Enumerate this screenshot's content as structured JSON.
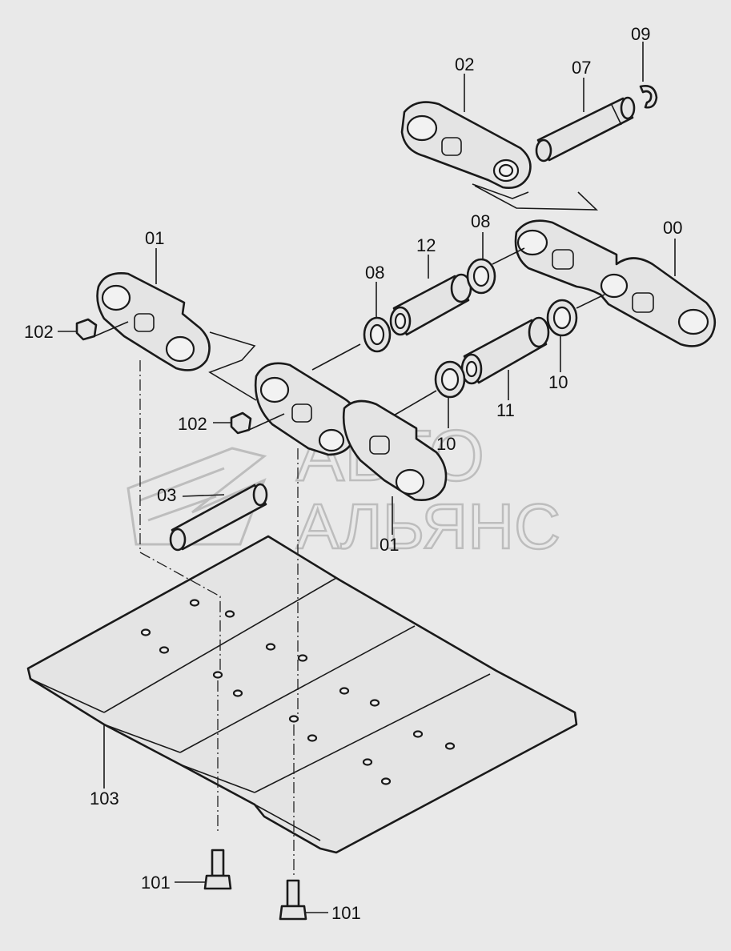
{
  "labels": {
    "p00": "00",
    "p01a": "01",
    "p01b": "01",
    "p02": "02",
    "p03": "03",
    "p07": "07",
    "p08a": "08",
    "p08b": "08",
    "p09": "09",
    "p10a": "10",
    "p10b": "10",
    "p11": "11",
    "p12": "12",
    "p101a": "101",
    "p101b": "101",
    "p102a": "102",
    "p102b": "102",
    "p103": "103"
  },
  "watermark": {
    "line1": "АВТО",
    "line2": "АЛЬЯНС"
  }
}
